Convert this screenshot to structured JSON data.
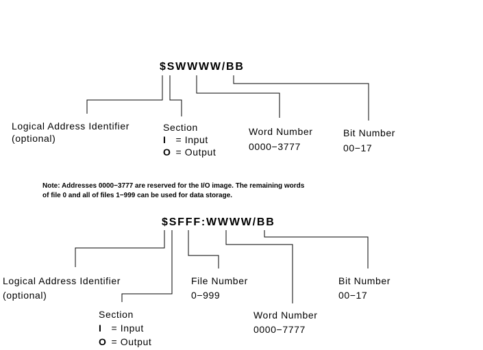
{
  "diagram1": {
    "address": "$SWWWW/BB",
    "logical": {
      "title": "Logical Address Identifier",
      "sub": "(optional)"
    },
    "section": {
      "title": "Section",
      "input_key": "I",
      "input_text": "= Input",
      "output_key": "O",
      "output_text": "= Output"
    },
    "word": {
      "title": "Word Number",
      "range": "0000−3777"
    },
    "bit": {
      "title": "Bit Number",
      "range": "00−17"
    }
  },
  "note": {
    "line1": "Note: Addresses 0000−3777 are reserved for the I/O image.  The remaining words",
    "line2": "of file 0 and all of files 1−999 can be used for data storage."
  },
  "diagram2": {
    "address": "$SFFF:WWWW/BB",
    "logical": {
      "title": "Logical Address Identifier",
      "sub": "(optional)"
    },
    "file": {
      "title": "File Number",
      "range": "0−999"
    },
    "bit": {
      "title": "Bit Number",
      "range": "00−17"
    },
    "section": {
      "title": "Section",
      "input_key": "I",
      "input_text": "= Input",
      "output_key": "O",
      "output_text": "= Output"
    },
    "word": {
      "title": "Word Number",
      "range": "0000−7777"
    }
  }
}
